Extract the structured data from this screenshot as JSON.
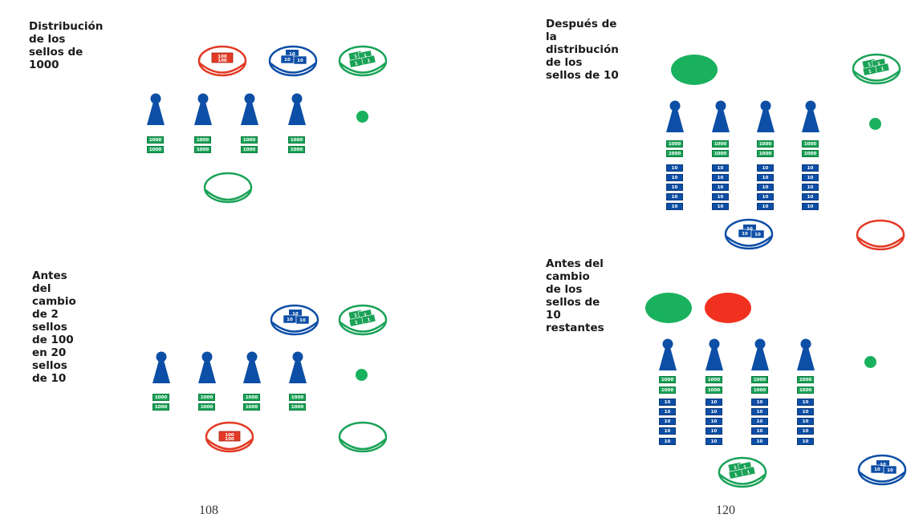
{
  "colors": {
    "green": "#1aa257",
    "blue": "#0d4ea6",
    "red": "#e23a25",
    "green_dot": "#1ab15e",
    "text": "#1a1a1a"
  },
  "icons": {
    "pawn": "pawn-icon",
    "stamp": "stamp-icon",
    "plate": "plate-icon",
    "dot": "dot-icon"
  },
  "panels": [
    {
      "title": "Distribución\nde los sellos de 1000",
      "stamp_label_1000": "1000",
      "plate_red_labels": [
        "100",
        "100"
      ],
      "plate_blue_labels": [
        "10",
        "10",
        "10"
      ],
      "plate_green_labels": [
        "1",
        "1",
        "1",
        "1"
      ]
    },
    {
      "title": "Después de la distribución\nde los sellos de 10",
      "stamp_label_1000": "1000",
      "stamp_label_10": "10",
      "plate_blue_labels": [
        "10",
        "10",
        "10"
      ],
      "plate_green_labels": [
        "1",
        "1",
        "1",
        "1"
      ]
    },
    {
      "title": "Antes del cambio\nde 2 sellos de 100\nen 20 sellos de 10",
      "stamp_label_1000": "1000",
      "plate_red_labels": [
        "100",
        "100"
      ],
      "plate_blue_labels": [
        "10",
        "10",
        "10"
      ],
      "plate_green_labels": [
        "1",
        "1",
        "1",
        "1"
      ]
    },
    {
      "title": "Antes del cambio\nde los sellos de 10\nrestantes",
      "stamp_label_1000": "1000",
      "stamp_label_10": "10",
      "plate_blue_labels": [
        "10",
        "10",
        "10"
      ],
      "plate_green_labels": [
        "1",
        "1",
        "1",
        "1"
      ]
    }
  ],
  "page_numbers": [
    "108",
    "120"
  ]
}
